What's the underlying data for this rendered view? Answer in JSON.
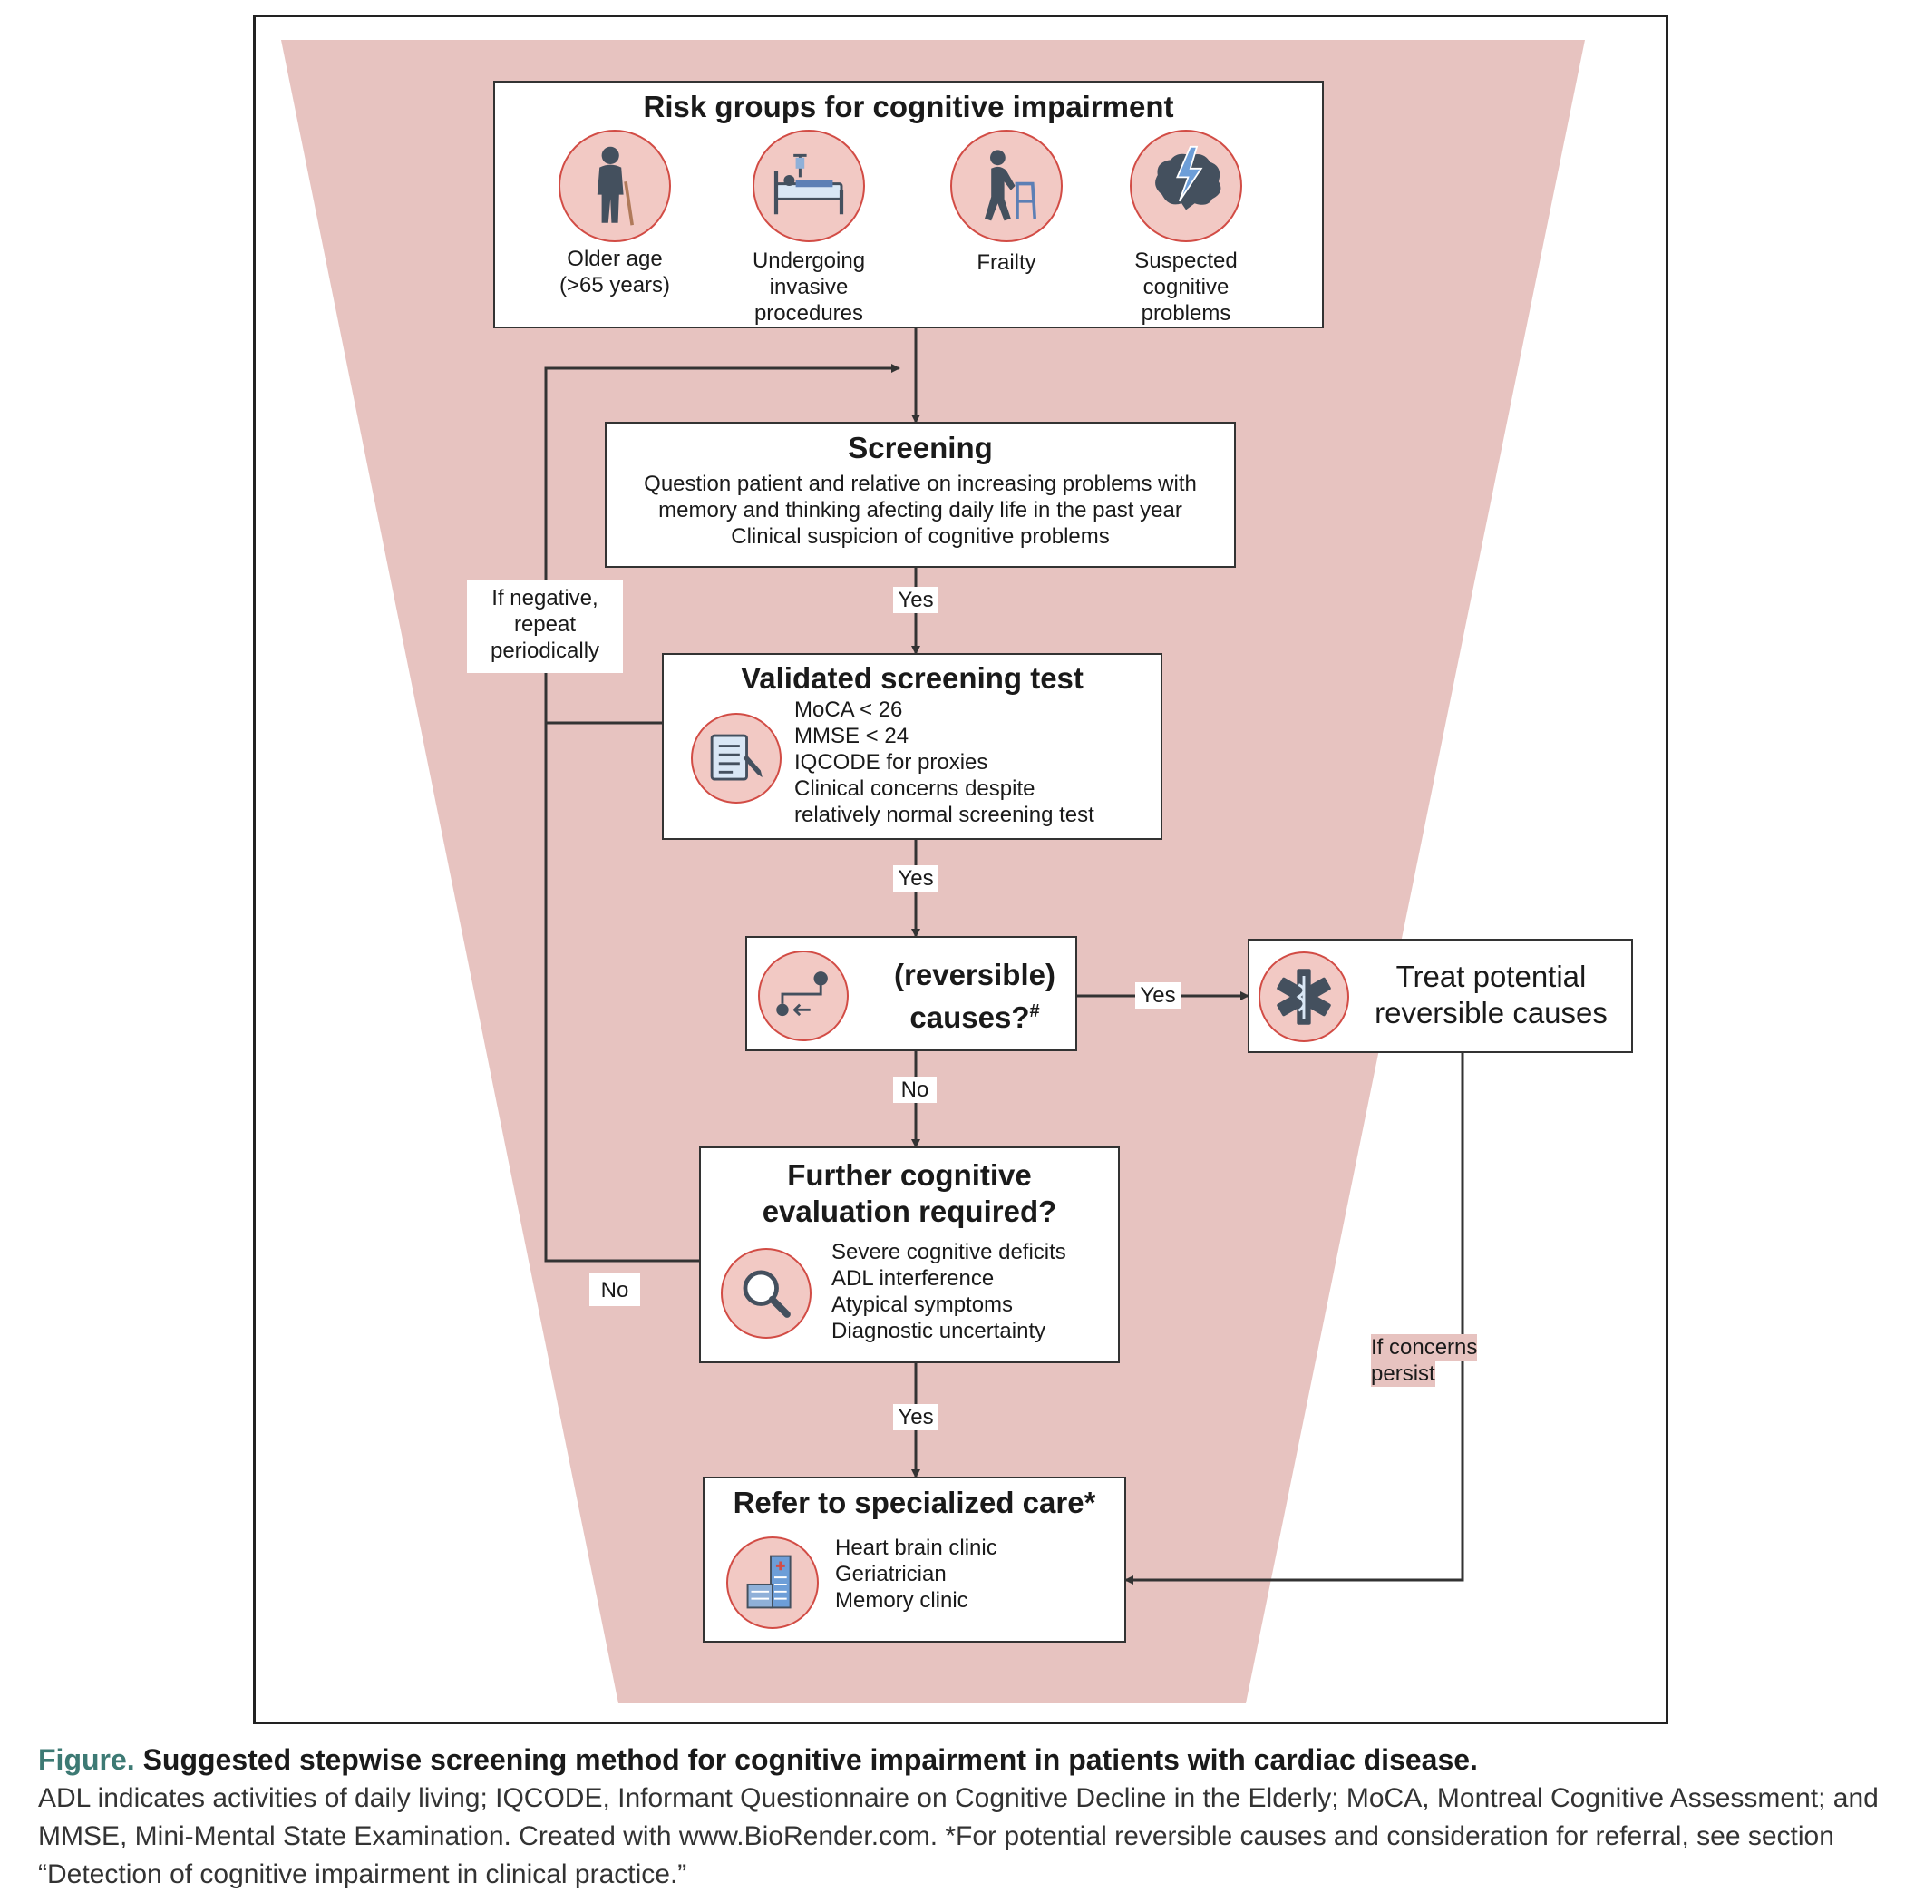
{
  "risk_groups": {
    "title": "Risk groups for cognitive impairment",
    "items": [
      {
        "label_lines": [
          "Older age",
          "(>65 years)"
        ],
        "icon": "elderly-person-icon"
      },
      {
        "label_lines": [
          "Undergoing",
          "invasive",
          "procedures"
        ],
        "icon": "hospital-bed-icon"
      },
      {
        "label_lines": [
          "Frailty"
        ],
        "icon": "walker-person-icon"
      },
      {
        "label_lines": [
          "Suspected",
          "cognitive",
          "problems"
        ],
        "icon": "brain-lightning-icon"
      }
    ]
  },
  "screening": {
    "title": "Screening",
    "lines": [
      "Question patient and relative on increasing problems with",
      "memory and thinking afecting daily life in the past year",
      "Clinical suspicion of cognitive problems"
    ]
  },
  "validated_test": {
    "title": "Validated screening test",
    "items": [
      "MoCA < 26",
      "MMSE < 24",
      "IQCODE for proxies",
      "Clinical concerns despite",
      "relatively normal screening test"
    ],
    "icon": "checklist-icon"
  },
  "reversible": {
    "title_lines": [
      "(reversible)",
      "causes?"
    ],
    "superscript": "#",
    "icon": "path-flow-icon"
  },
  "treat": {
    "title_lines": [
      "Treat potential",
      "reversible causes"
    ],
    "icon": "star-of-life-icon"
  },
  "further": {
    "title_lines": [
      "Further cognitive",
      "evaluation required?"
    ],
    "items": [
      "Severe cognitive deficits",
      "ADL interference",
      "Atypical symptoms",
      "Diagnostic uncertainty"
    ],
    "icon": "magnifier-icon"
  },
  "refer": {
    "title": "Refer to specialized care*",
    "items": [
      "Heart brain clinic",
      "Geriatrician",
      "Memory clinic"
    ],
    "icon": "hospital-building-icon"
  },
  "labels": {
    "yes": "Yes",
    "no": "No",
    "repeat_lines": [
      "If negative,",
      "repeat",
      "periodically"
    ],
    "persist_lines": [
      "If concerns",
      "persist"
    ]
  },
  "colors": {
    "funnel": "#e7c3c0",
    "icon_fill": "#f2c9c4",
    "icon_border": "#d24c45",
    "icon_dark": "#44505e",
    "caption_accent": "#3d7a74"
  },
  "caption": {
    "figure_label": "Figure.",
    "title": "Suggested stepwise screening method for cognitive impairment in patients with cardiac disease.",
    "body": "ADL indicates activities of daily living; IQCODE, Informant Questionnaire on Cognitive Decline in the Elderly; MoCA, Montreal Cognitive Assessment; and MMSE, Mini-Mental State Examination. Created with www.BioRender.com. *For potential reversible causes and consideration for referral, see section “Detection of cognitive impairment in clinical practice.”"
  }
}
